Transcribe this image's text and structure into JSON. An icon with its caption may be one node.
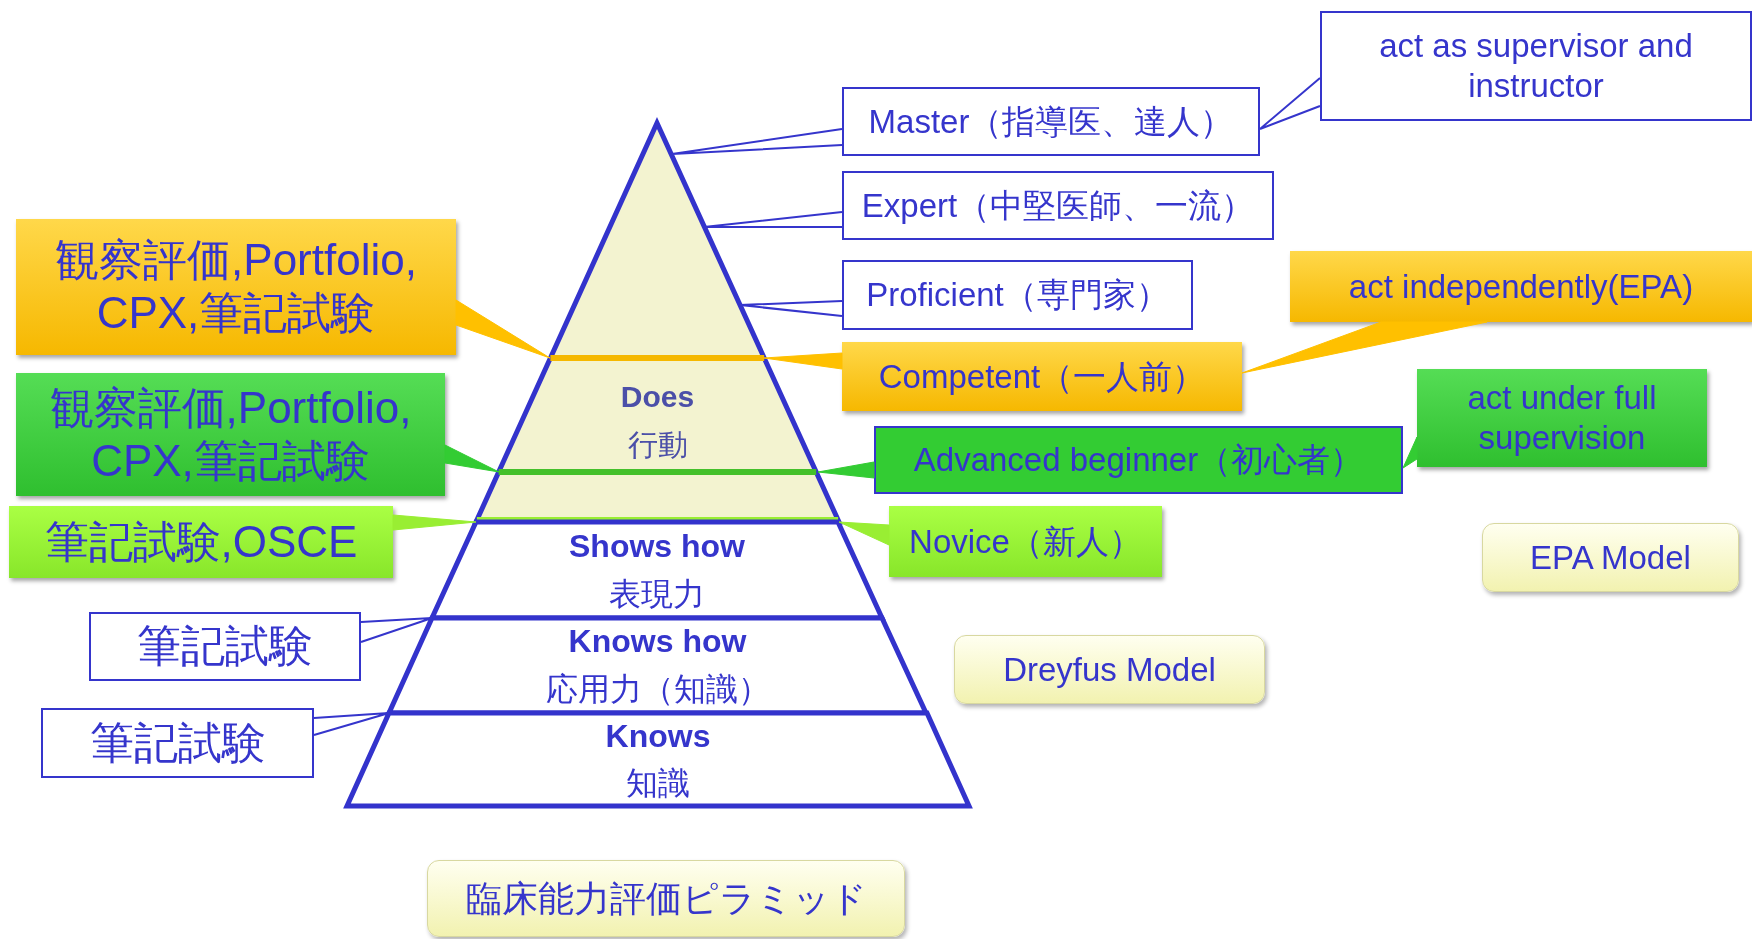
{
  "diagram": {
    "nodes": [
      {
        "text": [
          "act as supervisor and instructor"
        ]
      },
      {
        "text": [
          "Master（指導医、達人）"
        ]
      },
      {
        "text": [
          "Expert（中堅医師、一流）"
        ]
      },
      {
        "text": [
          "Proficient（専門家）"
        ]
      },
      {
        "text": [
          "act independently(EPA)"
        ]
      },
      {
        "text": [
          "観察評価,Portfolio, CPX,筆記試験"
        ]
      },
      {
        "text": [
          "Competent（一人前）"
        ]
      },
      {
        "text": [
          "Does",
          "行動"
        ]
      },
      {
        "text": [
          "観察評価,Portfolio, CPX,筆記試験"
        ]
      },
      {
        "text": [
          "Advanced beginner（初心者）"
        ]
      },
      {
        "text": [
          "act under full supervision"
        ]
      },
      {
        "text": [
          "筆記試験,OSCE"
        ]
      },
      {
        "text": [
          "Novice（新人）"
        ]
      },
      {
        "text": [
          "Shows how",
          "表現力"
        ]
      },
      {
        "text": [
          "EPA Model"
        ]
      },
      {
        "text": [
          "筆記試験"
        ]
      },
      {
        "text": [
          "Knows how",
          "応用力（知識）"
        ]
      },
      {
        "text": [
          "Dreyfus Model"
        ]
      },
      {
        "text": [
          "筆記試験"
        ]
      },
      {
        "text": [
          "Knows",
          "知識"
        ]
      },
      {
        "text": [
          "臨床能力評価ピラミッド"
        ]
      }
    ],
    "edges": [
      {
        "from": 0,
        "to": 1,
        "arrow": "none"
      },
      {
        "from": 1,
        "to": 7,
        "arrow": "none"
      },
      {
        "from": 2,
        "to": 7,
        "arrow": "none"
      },
      {
        "from": 3,
        "to": 7,
        "arrow": "none"
      },
      {
        "from": 4,
        "to": 6,
        "arrow": "none",
        "color": "#ffc000"
      },
      {
        "from": 5,
        "to": 7,
        "arrow": "none",
        "color": "#ffc000"
      },
      {
        "from": 6,
        "to": 7,
        "arrow": "none",
        "color": "#ffc000"
      },
      {
        "from": 8,
        "to": 7,
        "arrow": "none",
        "color": "#33cc33"
      },
      {
        "from": 9,
        "to": 7,
        "arrow": "none",
        "color": "#33cc33"
      },
      {
        "from": 10,
        "to": 9,
        "arrow": "none",
        "color": "#33cc33"
      },
      {
        "from": 11,
        "to": 7,
        "arrow": "none",
        "color": "#99ee33"
      },
      {
        "from": 12,
        "to": 7,
        "arrow": "none",
        "color": "#99ee33"
      },
      {
        "from": 15,
        "to": 16,
        "arrow": "none"
      },
      {
        "from": 18,
        "to": 19,
        "arrow": "none"
      }
    ]
  }
}
